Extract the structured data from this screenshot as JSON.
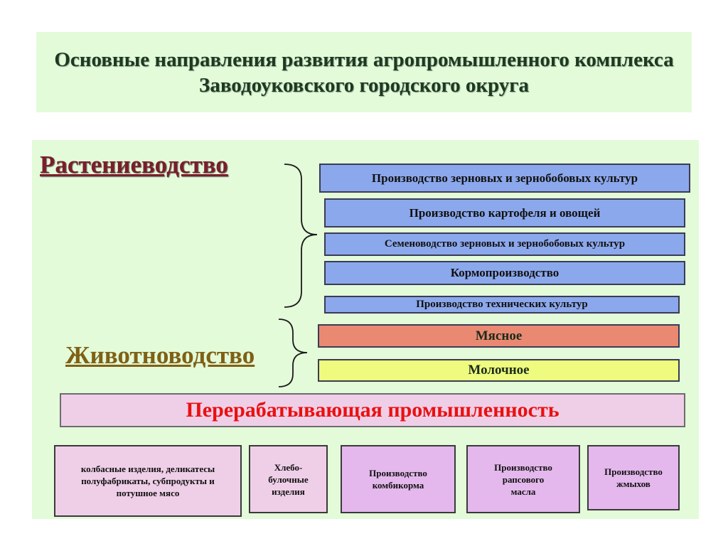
{
  "title": "Основные направления развития агропромышленного комплекса Заводоуковского городского округа",
  "plant_growing": {
    "heading": "Растениеводство",
    "items": [
      "Производство зерновых и зернобобовых культур",
      "Производство картофеля и овощей",
      "Семеноводство зерновых и зернобобовых культур",
      "Кормопроизводство",
      "Производство технических культур"
    ]
  },
  "livestock": {
    "heading": "Животноводство",
    "items": [
      "Мясное",
      "Молочное"
    ]
  },
  "processing": {
    "heading": "Перерабатывающая промышленность",
    "items": [
      "колбасные изделия, деликатесы\nполуфабрикаты, субпродукты и\nпотушное мясо",
      "Хлебо-\nбулочные\nизделия",
      "Производство\nкомбикорма",
      "Производство\nрапсового\nмасла",
      "Производство\nжмыхов"
    ]
  },
  "colors": {
    "panel_bg": "#e3fbd9",
    "plant_bar": "#8ca8ec",
    "meat_bar": "#ea8972",
    "milk_bar": "#eefb7e",
    "processing_bg": "#efcfe8",
    "processing_text": "#ea1010"
  }
}
